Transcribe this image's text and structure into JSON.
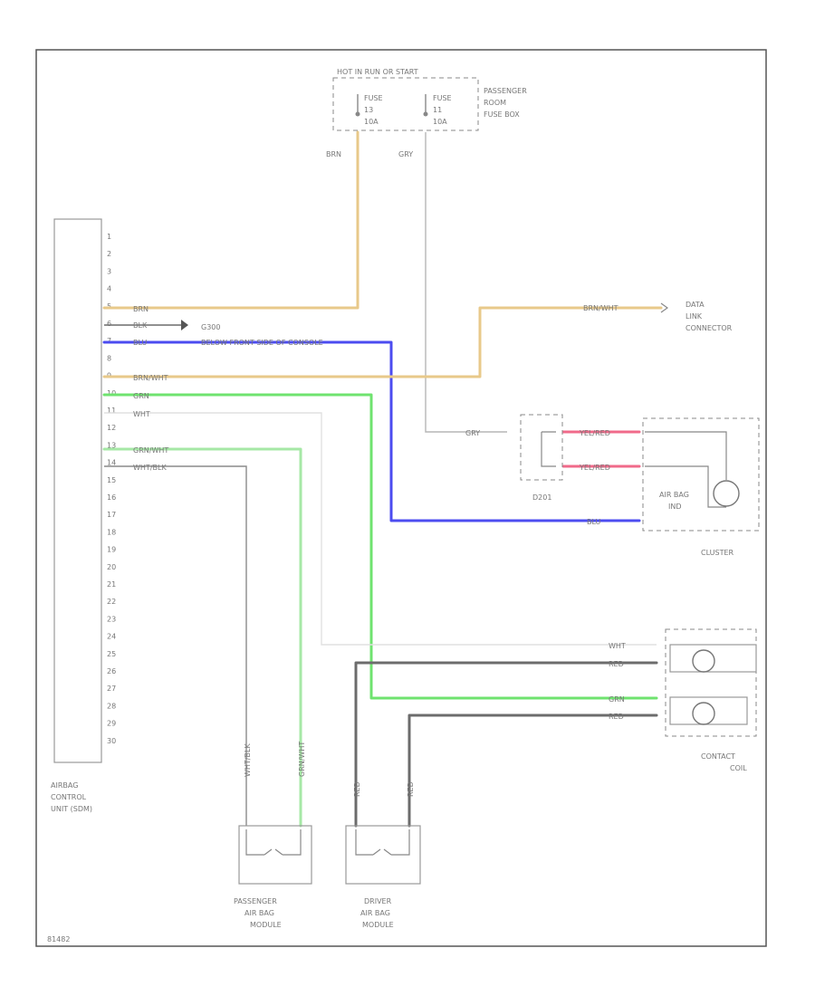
{
  "fuse_box": {
    "title": "HOT IN RUN OR START",
    "fuse1": [
      "FUSE",
      "13",
      "10A"
    ],
    "fuse2": [
      "FUSE",
      "11",
      "10A"
    ],
    "location": [
      "PASSENGER",
      "ROOM",
      "FUSE BOX"
    ],
    "wire1": "BRN",
    "wire2": "GRY"
  },
  "control_unit": {
    "label": [
      "AIRBAG",
      "CONTROL",
      "UNIT (SDM)"
    ],
    "pins": [
      "1",
      "2",
      "3",
      "4",
      "5",
      "6",
      "7",
      "8",
      "9",
      "10",
      "11",
      "12",
      "13",
      "14",
      "15",
      "16",
      "17",
      "18",
      "19",
      "20",
      "21",
      "22",
      "23",
      "24",
      "25",
      "26",
      "27",
      "28",
      "29",
      "30"
    ]
  },
  "pin_wires": {
    "p5": "BRN",
    "p6": "BLK",
    "p7": "BLU",
    "p9": "BRN/WHT",
    "p10": "GRN",
    "p11": "WHT",
    "p13": "GRN/WHT",
    "p14": "WHT/BLK"
  },
  "ground": "G300",
  "blu_note": "BELOW FRONT SIDE OF CONSOLE",
  "data_link": {
    "wire": "BRN/WHT",
    "label": [
      "DATA",
      "LINK",
      "CONNECTOR"
    ]
  },
  "cluster": {
    "feed": "GRY",
    "diode": "D201",
    "w1": "YEL/RED",
    "w2": "YEL/RED",
    "lamp": [
      "AIR BAG",
      "IND"
    ],
    "blu": "BLU",
    "label": "CLUSTER"
  },
  "contact_coil": {
    "w_wht": "WHT",
    "w_red1": "RED",
    "w_grn": "GRN",
    "w_red2": "RED",
    "label": [
      "CONTACT",
      "COIL"
    ]
  },
  "passenger_module": {
    "w_left": "WHT/BLK",
    "w_right": "GRN/WHT",
    "label": [
      "PASSENGER",
      "AIR BAG",
      "MODULE"
    ]
  },
  "driver_module": {
    "w_left": "RED",
    "w_right": "RED",
    "label": [
      "DRIVER",
      "AIR BAG",
      "MODULE"
    ]
  },
  "footer_code": "81482",
  "colors": {
    "brn": "#e8c98a",
    "blu": "#4c4cf0",
    "grn": "#6fe36f",
    "grn_wht": "#a6e8a6",
    "wht": "#e0e0e0",
    "gry": "#b6b6b6",
    "blk": "#6c6c6c",
    "yel_red": "#f06a8a"
  }
}
